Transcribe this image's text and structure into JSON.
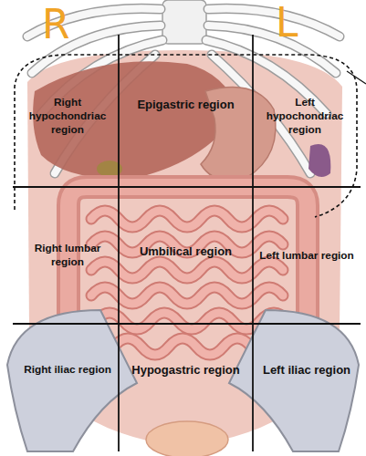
{
  "diagram": {
    "nodes": [
      {
        "text": [
          "Right hypochondriac region"
        ]
      },
      {
        "text": [
          "Epigastric region"
        ]
      },
      {
        "text": [
          "Left hypochondriac region"
        ]
      },
      {
        "text": [
          "Right lumbar region"
        ]
      },
      {
        "text": [
          "Umbilical region"
        ]
      },
      {
        "text": [
          "Left lumbar region"
        ]
      },
      {
        "text": [
          "Right iliac region"
        ]
      },
      {
        "text": [
          "Hypogastric region"
        ]
      },
      {
        "text": [
          "Left iliac region"
        ]
      }
    ],
    "labels": [
      "R",
      "L"
    ]
  }
}
